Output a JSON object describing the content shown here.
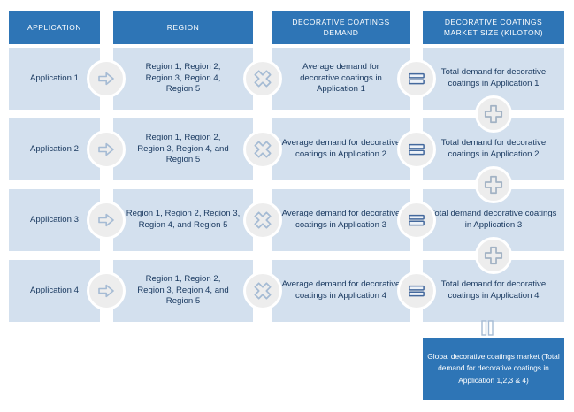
{
  "columns": [
    "APPLICATION",
    "REGION",
    "DECORATIVE COATINGS DEMAND",
    "DECORATIVE COATINGS MARKET SIZE (KILOTON)"
  ],
  "rows": [
    {
      "application": "Application 1",
      "region": "Region 1, Region 2, Region 3, Region 4, Region 5",
      "demand": "Average demand for decorative coatings in Application 1",
      "market_size": "Total demand for decorative coatings in Application 1"
    },
    {
      "application": "Application 2",
      "region": "Region 1, Region 2, Region 3, Region 4, and Region 5",
      "demand": "Average demand for decorative coatings in Application 2",
      "market_size": "Total demand for decorative coatings in Application 2"
    },
    {
      "application": "Application 3",
      "region": "Region 1, Region 2, Region 3, Region 4, and Region 5",
      "demand": "Average demand for decorative coatings in Application 3",
      "market_size": "Total demand decorative coatings in Application 3"
    },
    {
      "application": "Application 4",
      "region": "Region 1, Region 2, Region 3, Region 4, and Region 5",
      "demand": "Average demand for decorative coatings in Application 4",
      "market_size": "Total demand for decorative coatings in Application 4"
    }
  ],
  "result_box": {
    "text": "Global decorative coatings market (Total demand for decorative coatings in Application 1,2,3 & 4)"
  },
  "icons": {
    "flow": "arrow-right-icon",
    "operator_multiply": "multiply-icon",
    "operator_equals": "equals-icon",
    "operator_add": "plus-icon",
    "total_equals": "double-bar-icon"
  },
  "colors": {
    "header_bg": "#2E75B6",
    "cell_bg": "#D3E0EE",
    "cell_text": "#17375E",
    "result_bg": "#2E75B6",
    "circle_bg": "#EDEDED",
    "icon_stroke_light": "#A5BBD4",
    "icon_stroke_plus": "#A2B2C4",
    "equals_stroke": "#44699D"
  }
}
